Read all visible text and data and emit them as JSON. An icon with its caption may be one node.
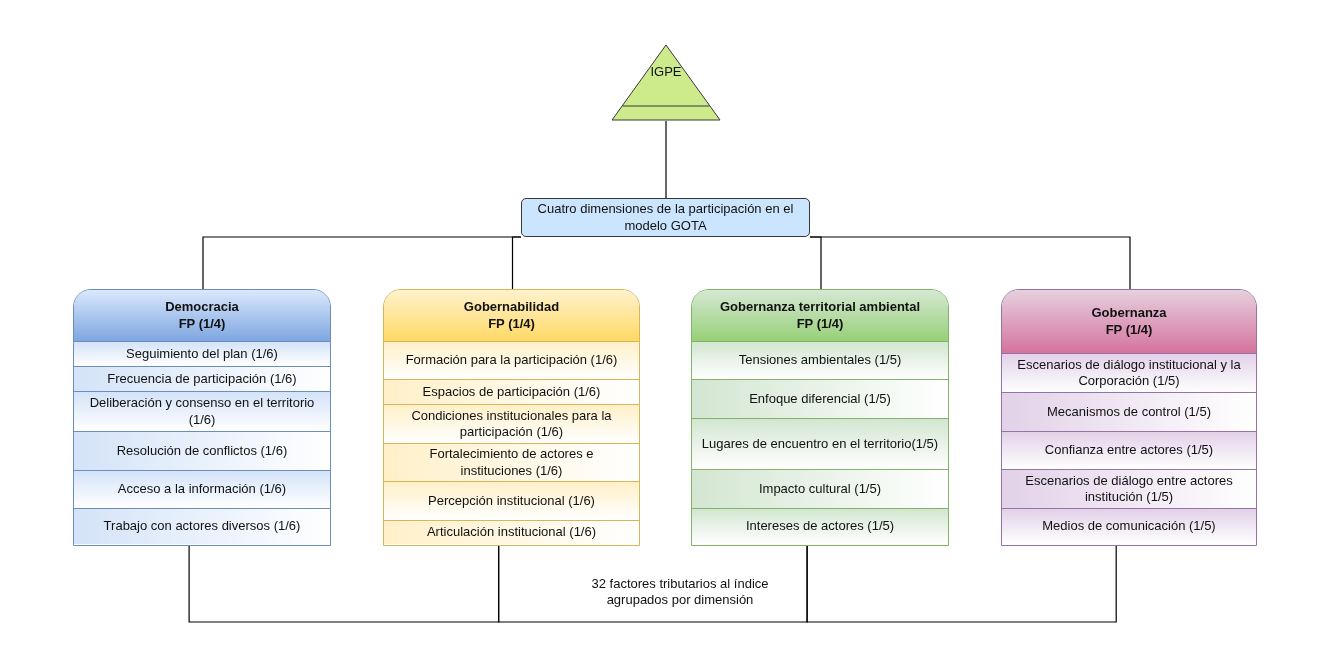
{
  "diagram": {
    "nodes": [
      {
        "text": [
          "IGPE"
        ]
      },
      {
        "text": [
          "Cuatro dimensiones de la participación en el modelo GOTA"
        ]
      },
      {
        "text": [
          "Democracia",
          "FP (1/4)"
        ]
      },
      {
        "text": [
          "Seguimiento del plan (1/6)"
        ],
        "in": 2
      },
      {
        "text": [
          "Frecuencia de participación (1/6)"
        ],
        "in": 2
      },
      {
        "text": [
          "Deliberación y consenso en el territorio (1/6)"
        ],
        "in": 2
      },
      {
        "text": [
          "Resolución de conflictos (1/6)"
        ],
        "in": 2
      },
      {
        "text": [
          "Acceso a la información (1/6)"
        ],
        "in": 2
      },
      {
        "text": [
          "Trabajo con actores diversos (1/6)"
        ],
        "in": 2
      },
      {
        "text": [
          "Gobernabilidad",
          "FP (1/4)"
        ]
      },
      {
        "text": [
          "Formación para la participación (1/6)"
        ],
        "in": 9
      },
      {
        "text": [
          "Espacios de participación (1/6)"
        ],
        "in": 9
      },
      {
        "text": [
          "Condiciones institucionales para la participación (1/6)"
        ],
        "in": 9
      },
      {
        "text": [
          "Fortalecimiento de actores e instituciones (1/6)"
        ],
        "in": 9
      },
      {
        "text": [
          "Percepción institucional (1/6)"
        ],
        "in": 9
      },
      {
        "text": [
          "Articulación institucional (1/6)"
        ],
        "in": 9
      },
      {
        "text": [
          "Gobernanza territorial ambiental",
          "FP (1/4)"
        ]
      },
      {
        "text": [
          "Tensiones ambientales (1/5)"
        ],
        "in": 16
      },
      {
        "text": [
          "Enfoque diferencial (1/5)"
        ],
        "in": 16
      },
      {
        "text": [
          "Lugares de encuentro en el territorio(1/5)"
        ],
        "in": 16
      },
      {
        "text": [
          "Impacto cultural (1/5)"
        ],
        "in": 16
      },
      {
        "text": [
          "Intereses de actores (1/5)"
        ],
        "in": 16
      },
      {
        "text": [
          "Gobernanza",
          "FP (1/4)"
        ]
      },
      {
        "text": [
          "Escenarios de diálogo institucional y la Corporación (1/5)"
        ],
        "in": 22
      },
      {
        "text": [
          "Mecanismos de control (1/5)"
        ],
        "in": 22
      },
      {
        "text": [
          "Confianza entre actores (1/5)"
        ],
        "in": 22
      },
      {
        "text": [
          "Escenarios de diálogo entre actores institución (1/5)"
        ],
        "in": 22
      },
      {
        "text": [
          "Medios de comunicación (1/5)"
        ],
        "in": 22
      }
    ],
    "edges": [
      {
        "from": 0,
        "to": 1,
        "arrow": "none"
      },
      {
        "from": 1,
        "to": 2,
        "arrow": "none"
      },
      {
        "from": 1,
        "to": 9,
        "arrow": "none"
      },
      {
        "from": 1,
        "to": 16,
        "arrow": "none"
      },
      {
        "from": 1,
        "to": 22,
        "arrow": "none"
      },
      {
        "from": 2,
        "to": 9,
        "arrow": "none"
      },
      {
        "from": 9,
        "to": 16,
        "arrow": "none"
      },
      {
        "from": 16,
        "to": 22,
        "arrow": "none"
      }
    ],
    "labels": [
      "32 factores tributarios al índice agrupados por dimensión"
    ]
  }
}
